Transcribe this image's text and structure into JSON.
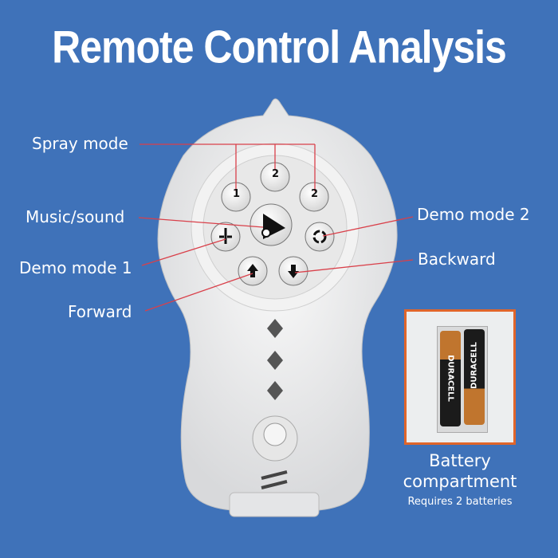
{
  "title": "Remote Control Analysis",
  "labels": {
    "spray_mode": "Spray mode",
    "music_sound": "Music/sound",
    "demo_mode_2": "Demo mode 2",
    "demo_mode_1": "Demo mode 1",
    "backward": "Backward",
    "forward": "Forward"
  },
  "buttons": {
    "spray_1": "1",
    "spray_2": "2",
    "spray_3": "2"
  },
  "battery": {
    "title_line1": "Battery",
    "title_line2": "compartment",
    "note": "Requires 2 batteries",
    "brand": "DURACELL"
  },
  "colors": {
    "background": "#3f72b9",
    "callout": "#d9404a",
    "border": "#e0652a"
  }
}
